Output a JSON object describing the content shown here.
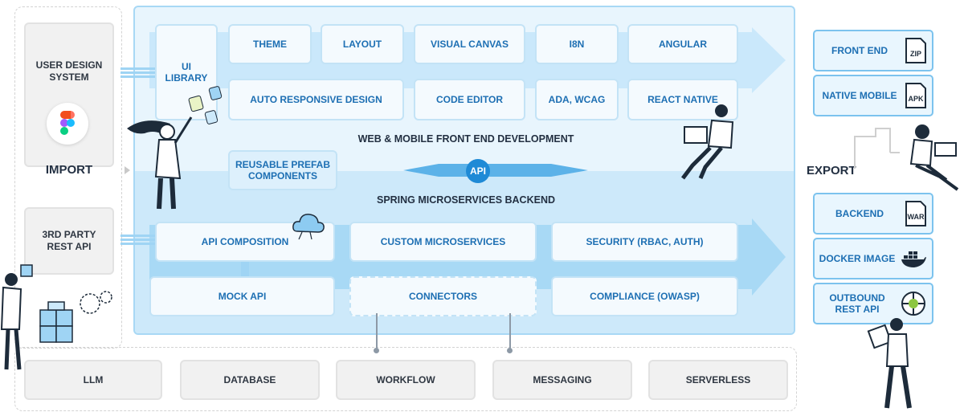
{
  "import": {
    "user_design_system": "USER DESIGN\nSYSTEM",
    "title": "IMPORT",
    "third_party_api": "3RD PARTY\nREST API"
  },
  "frontend": {
    "ui_library": "UI\nLIBRARY",
    "theme": "THEME",
    "layout": "LAYOUT",
    "visual_canvas": "VISUAL CANVAS",
    "i18n": "I8N",
    "angular": "ANGULAR",
    "auto_responsive": "AUTO RESPONSIVE DESIGN",
    "code_editor": "CODE EDITOR",
    "ada_wcag": "ADA, WCAG",
    "react_native": "REACT NATIVE",
    "title": "WEB & MOBILE FRONT END DEVELOPMENT"
  },
  "middle": {
    "prefab": "REUSABLE PREFAB\nCOMPONENTS",
    "api": "API"
  },
  "backend": {
    "title": "SPRING MICROSERVICES BACKEND",
    "api_composition": "API COMPOSITION",
    "custom_microservices": "CUSTOM MICROSERVICES",
    "security": "SECURITY (RBAC, AUTH)",
    "mock_api": "MOCK API",
    "connectors": "CONNECTORS",
    "compliance": "COMPLIANCE (OWASP)"
  },
  "export": {
    "title": "EXPORT",
    "front_end": "FRONT END",
    "native_mobile": "NATIVE MOBILE",
    "backend": "BACKEND",
    "docker_image": "DOCKER IMAGE",
    "outbound_api": "OUTBOUND\nREST API",
    "zip_label": "ZIP",
    "apk_label": "APK",
    "war_label": "WAR"
  },
  "bottom": {
    "llm": "LLM",
    "database": "DATABASE",
    "workflow": "WORKFLOW",
    "messaging": "MESSAGING",
    "serverless": "SERVERLESS"
  },
  "colors": {
    "panel_light": "#e8f5fd",
    "panel_dark": "#cde9fa",
    "accent": "#1d6fb3",
    "arrow": "#9fd4f4"
  },
  "icons": [
    "figma-icon",
    "zip-file-icon",
    "apk-file-icon",
    "war-file-icon",
    "docker-icon",
    "rest-api-icon",
    "cloud-icon",
    "cube-icon",
    "gear-icon"
  ]
}
